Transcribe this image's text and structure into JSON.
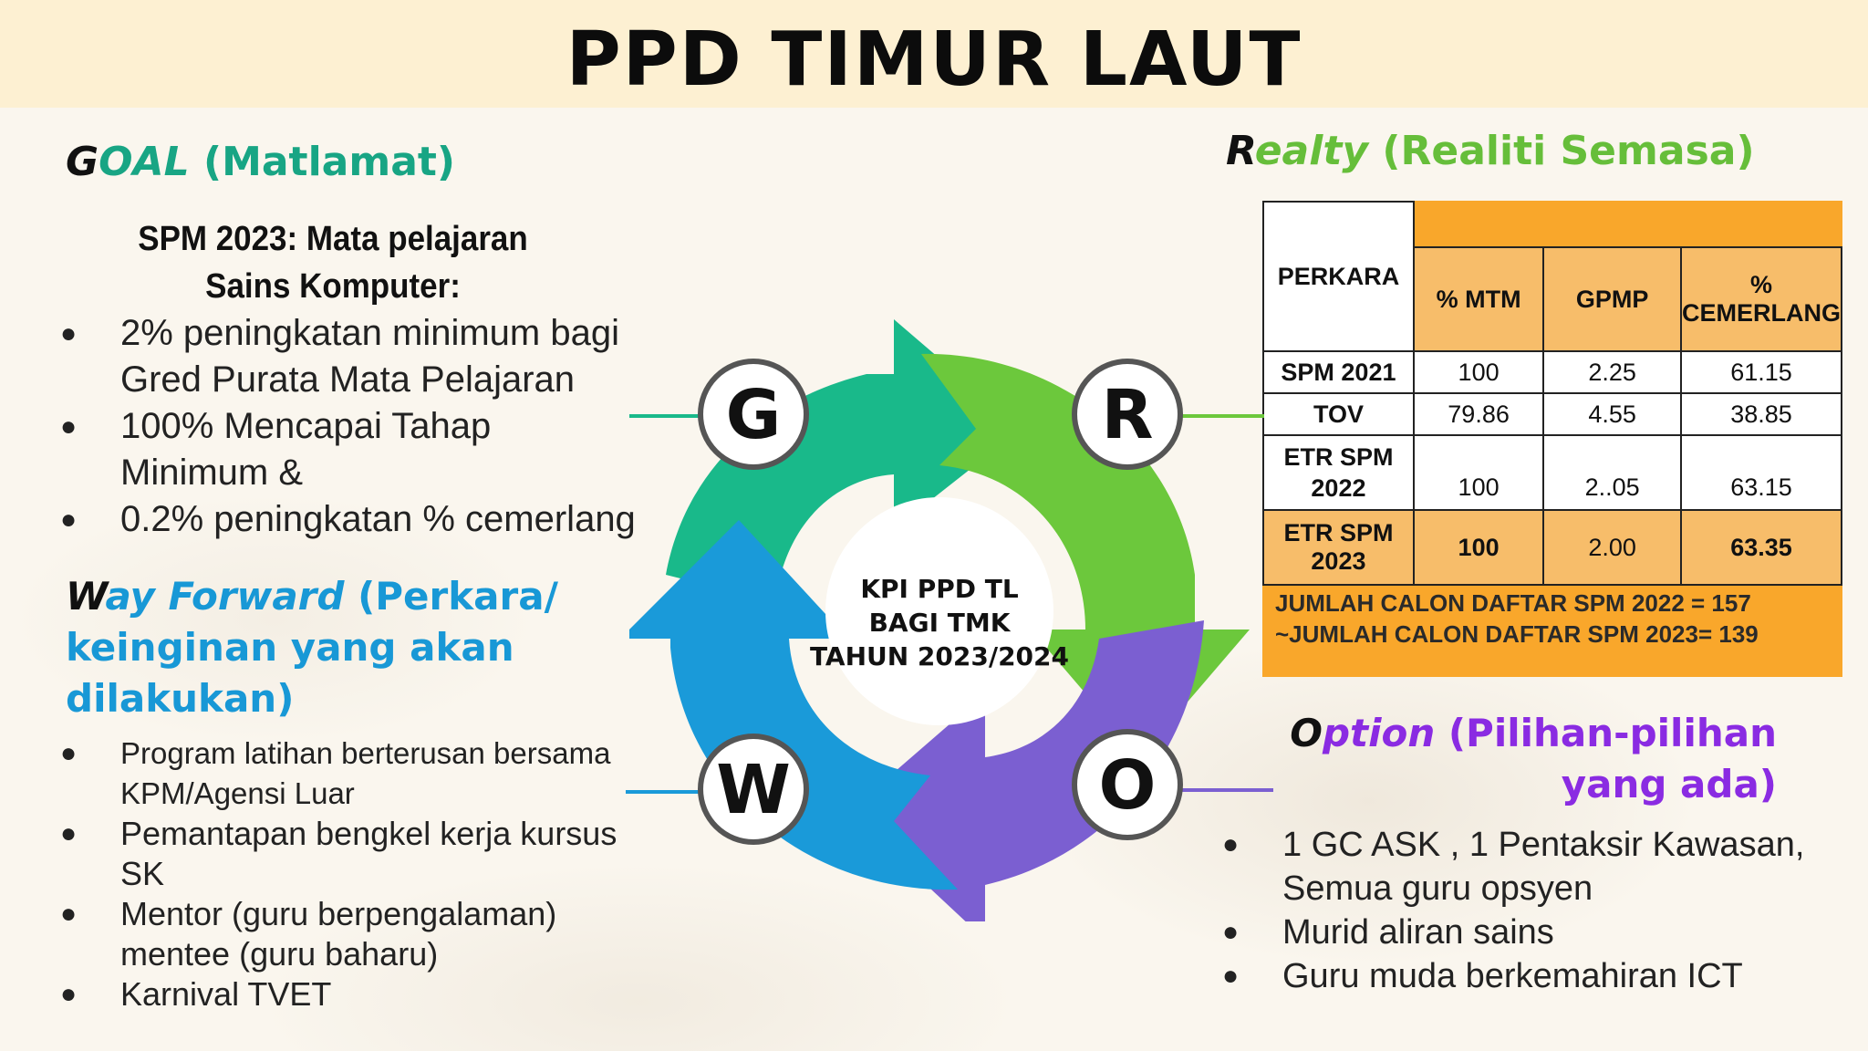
{
  "title": "PPD TIMUR LAUT",
  "goal": {
    "title_first": "G",
    "title_rest": "OAL",
    "title_paren": "(Matlamat)",
    "subhead": "SPM 2023: Mata pelajaran Sains Komputer:",
    "items": [
      "2% peningkatan minimum bagi Gred Purata Mata Pelajaran",
      "100% Mencapai Tahap Minimum &",
      "0.2% peningkatan % cemerlang"
    ]
  },
  "realty": {
    "title_first": "R",
    "title_rest": "ealty",
    "title_paren": "(Realiti Semasa)",
    "table": {
      "headers": [
        "PERKARA",
        "% MTM",
        "GPMP",
        "% CEMERLANG"
      ],
      "rows": [
        [
          "SPM 2021",
          "100",
          "2.25",
          "61.15"
        ],
        [
          "TOV",
          "79.86",
          "4.55",
          "38.85"
        ],
        [
          "ETR SPM 2022",
          "100",
          "2..05",
          "63.15"
        ],
        [
          "ETR SPM 2023",
          "100",
          "2.00",
          "63.35"
        ]
      ],
      "note_line1": "JUMLAH CALON DAFTAR SPM 2022  = 157",
      "note_line2": "~JUMLAH CALON DAFTAR SPM 2023= 139"
    }
  },
  "way": {
    "title_first": "W",
    "title_rest": "ay Forward",
    "title_paren": "(Perkara/ keinginan yang akan dilakukan)",
    "items": [
      "Program latihan berterusan bersama KPM/Agensi Luar",
      "Pemantapan bengkel kerja kursus SK",
      "Mentor (guru berpengalaman) mentee (guru baharu)",
      "Karnival TVET"
    ]
  },
  "option": {
    "title_first": "O",
    "title_rest": "ption",
    "title_paren": "(Pilihan-pilihan yang ada)",
    "items": [
      "1 GC ASK , 1 Pentaksir Kawasan, Semua guru opsyen",
      "Murid aliran sains",
      "Guru muda berkemahiran ICT"
    ]
  },
  "cycle": {
    "center_line1": "KPI PPD TL",
    "center_line2": "BAGI TMK",
    "center_line3": "TAHUN 2023/2024",
    "letters": [
      "G",
      "R",
      "W",
      "O"
    ],
    "colors": {
      "goal": "#19b98a",
      "realty": "#6cc83c",
      "way": "#1a9ad9",
      "option": "#7b5fd1"
    }
  }
}
